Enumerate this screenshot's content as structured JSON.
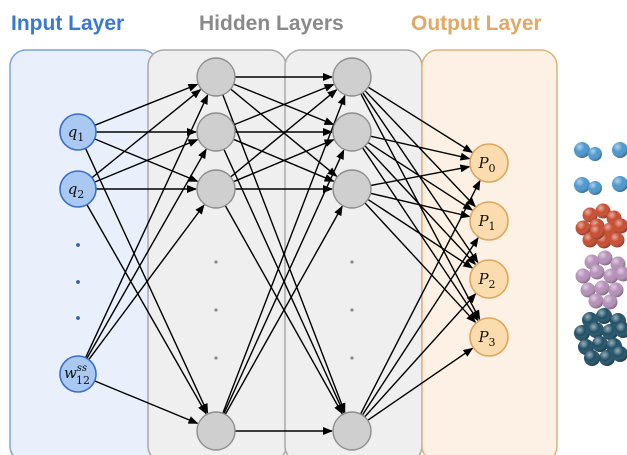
{
  "headers": {
    "input": "Input Layer",
    "hidden": "Hidden Layers",
    "output": "Output Layer"
  },
  "input_nodes": [
    {
      "base": "q",
      "sub": "1",
      "sup": ""
    },
    {
      "base": "q",
      "sub": "2",
      "sup": ""
    },
    {
      "base": "w",
      "sub": "12",
      "sup": "ss"
    }
  ],
  "output_nodes": [
    {
      "base": "P",
      "sub": "0"
    },
    {
      "base": "P",
      "sub": "1"
    },
    {
      "base": "P",
      "sub": "2"
    },
    {
      "base": "P",
      "sub": "3"
    }
  ],
  "colors": {
    "input_header": "#3a78d6",
    "hidden_header": "#8a8a8a",
    "output_header": "#e2a865",
    "input_panel_fill": "#eaf0fb",
    "input_panel_stroke": "#7ea3da",
    "hidden_panel_fill": "#efefef",
    "hidden_panel_stroke": "#a8a8a8",
    "output_panel_fill": "#fcf1e4",
    "output_panel_stroke": "#e3b17a",
    "input_node_fill": "#a9c9f2",
    "input_node_stroke": "#3a6fc4",
    "hidden_node_fill": "#cfcfcf",
    "hidden_node_stroke": "#8c8c8c",
    "output_node_fill": "#fbdcae",
    "output_node_stroke": "#e0a55f",
    "input_dots": "#2d5fa8",
    "hidden_dots": "#8a8a8a",
    "cluster_blue": "#4a97cf",
    "cluster_red": "#c84a2e",
    "cluster_purple": "#b58fb8",
    "cluster_teal": "#1f4f66"
  }
}
